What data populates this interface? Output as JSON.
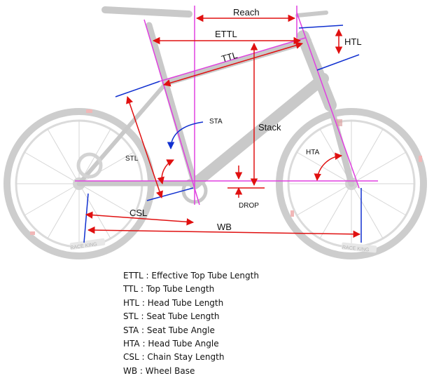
{
  "labels": {
    "reach": "Reach",
    "ettl": "ETTL",
    "ttl": "TTL",
    "htl": "HTL",
    "sta": "STA",
    "stack": "Stack",
    "stl": "STL",
    "hta": "HTA",
    "drop": "DROP",
    "csl": "CSL",
    "wb": "WB"
  },
  "tire_text": {
    "rear": "RACE KING",
    "front": "RACE KING"
  },
  "legend": [
    {
      "abbr": "ETTL",
      "full": "Effective Top Tube Length"
    },
    {
      "abbr": "TTL",
      "full": "Top Tube Length"
    },
    {
      "abbr": "HTL",
      "full": "Head Tube Length"
    },
    {
      "abbr": "STL",
      "full": "Seat Tube Length"
    },
    {
      "abbr": "STA",
      "full": "Seat Tube Angle"
    },
    {
      "abbr": "HTA",
      "full": "Head Tube Angle"
    },
    {
      "abbr": "CSL",
      "full": "Chain Stay Length"
    },
    {
      "abbr": "WB",
      "full": "Wheel Base"
    }
  ],
  "colors": {
    "dimension": "#e01010",
    "frame_axis": "#e040e0",
    "reference": "#1030d0",
    "bike": "#c8c8c8"
  }
}
